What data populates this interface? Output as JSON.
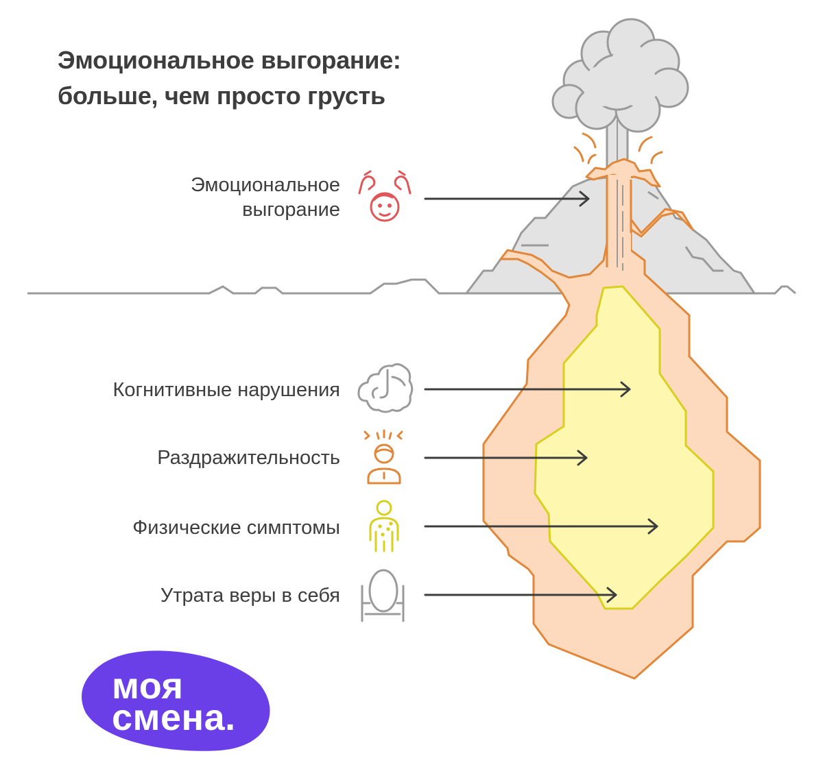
{
  "title": "Эмоциональное выгорание: больше, чем просто грусть",
  "layers": [
    {
      "label": "Эмоциональное\nвыгорание",
      "icon": "stressed-face-icon",
      "color": "#e05555"
    },
    {
      "label": "Когнитивные нарушения",
      "icon": "brain-icon",
      "color": "#9a9a9a"
    },
    {
      "label": "Раздражительность",
      "icon": "irritated-person-icon",
      "color": "#e0873a"
    },
    {
      "label": "Физические симптомы",
      "icon": "sick-person-icon",
      "color": "#d8d020"
    },
    {
      "label": "Утрата веры в себя",
      "icon": "mirror-icon",
      "color": "#9a9a9a"
    }
  ],
  "logo": {
    "line1": "моя",
    "line2": "смена.",
    "color": "#6a3fe8"
  }
}
